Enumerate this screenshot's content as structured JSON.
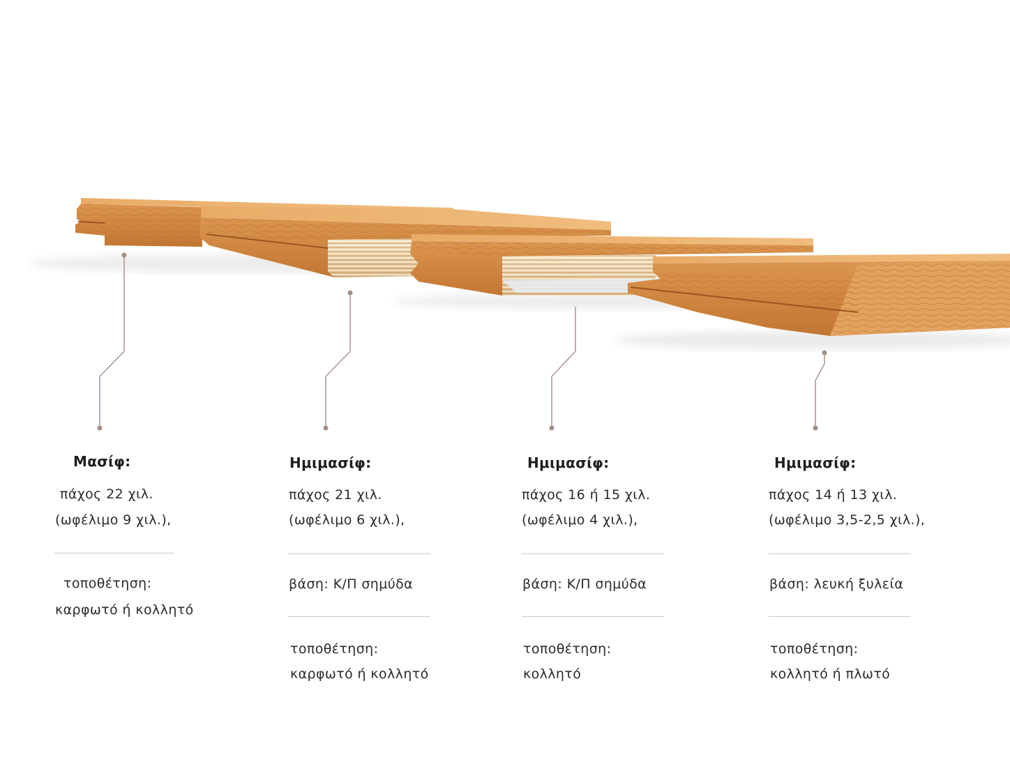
{
  "columns": [
    {
      "title": "Μασίφ:",
      "thickness": "πάχος 22 χιλ.",
      "useful": "(ωφέλιμο 9 χιλ.),",
      "install_label": "τοποθέτηση:",
      "install_value": "καρφωτό ή κολλητό"
    },
    {
      "title": "Ημιμασίφ:",
      "thickness": "πάχος 21 χιλ.",
      "useful": "(ωφέλιμο 6 χιλ.),",
      "base": "βάση: Κ/Π σημύδα",
      "install_label": "τοποθέτηση:",
      "install_value": "καρφωτό ή κολλητό"
    },
    {
      "title": "Ημιμασίφ:",
      "thickness": "πάχος 16 ή 15 χιλ.",
      "useful": "(ωφέλιμο 4 χιλ.),",
      "base": "βάση: Κ/Π σημύδα",
      "install_label": "τοποθέτηση:",
      "install_value": "κολλητό"
    },
    {
      "title": "Ημιμασίφ:",
      "thickness": "πάχος 14 ή 13 χιλ.",
      "useful": "(ωφέλιμο 3,5-2,5 χιλ.),",
      "base": "βάση: λευκή ξυλεία",
      "install_label": "τοποθέτηση:",
      "install_value": "κολλητό ή πλωτό"
    }
  ],
  "colors": {
    "wood_top": "#e7a864",
    "wood_face": "#d48a44",
    "wood_dark": "#b86a2c",
    "ply_light": "#f1e2c6",
    "leader_line": "#a48f88",
    "divider": "#c9c9c9"
  }
}
